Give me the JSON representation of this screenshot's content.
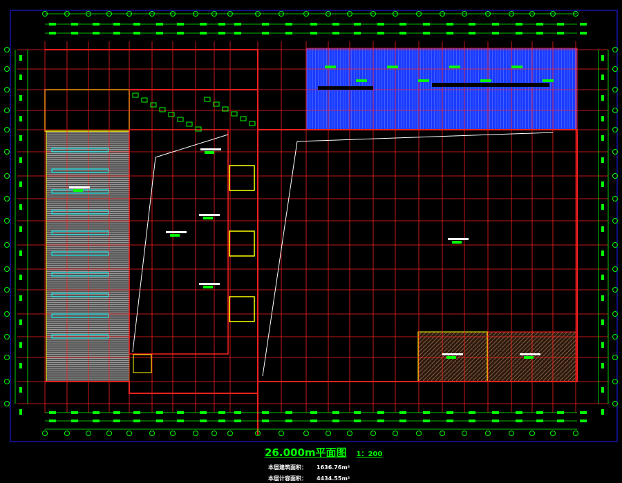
{
  "drawing": {
    "title": "26.000m平面图",
    "scale": "1：200",
    "areas": [
      {
        "label": "本层建筑面积：",
        "value": "1636.76m²"
      },
      {
        "label": "本层计容面积：",
        "value": "4434.55m²"
      }
    ]
  },
  "colors": {
    "background": "#000000",
    "grid": "#ff2020",
    "dimension": "#00ff00",
    "border": "#2020ff",
    "hatch_blue": "#1a3cff",
    "hatch_gray": "#9a9a9a",
    "hatch_brown": "#8a5a3a",
    "wall_yellow": "#ffff00",
    "cyan": "#00ffff"
  }
}
